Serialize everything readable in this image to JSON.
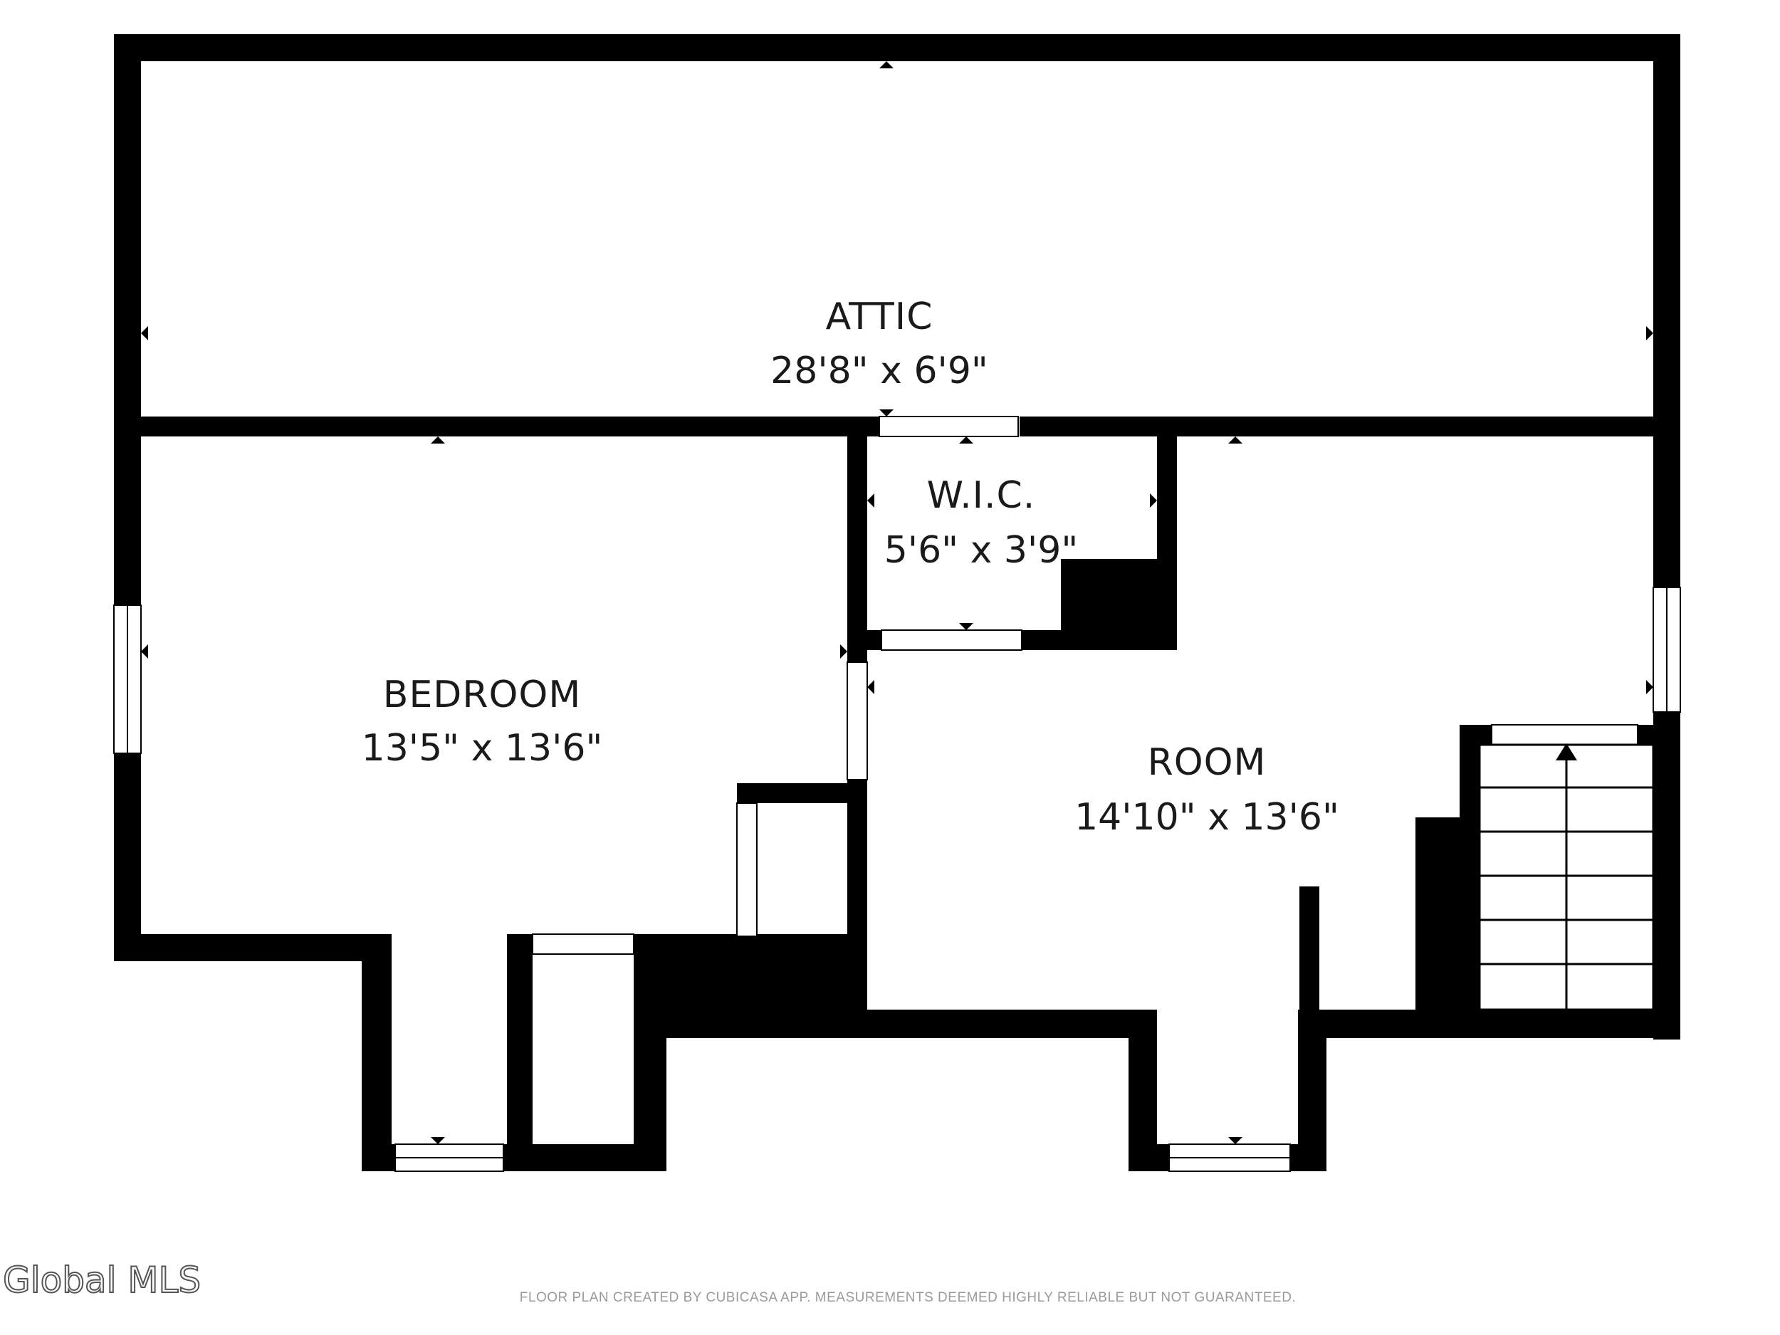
{
  "rooms": {
    "attic": {
      "name": "ATTIC",
      "dims": "28'8\" x 6'9\""
    },
    "wic": {
      "name": "W.I.C.",
      "dims": "5'6\" x 3'9\""
    },
    "bedroom": {
      "name": "BEDROOM",
      "dims": "13'5\" x 13'6\""
    },
    "room": {
      "name": "ROOM",
      "dims": "14'10\" x 13'6\""
    }
  },
  "footer": {
    "logo": "Global MLS",
    "disclaimer": "FLOOR PLAN CREATED BY CUBICASA APP. MEASUREMENTS DEEMED HIGHLY RELIABLE BUT NOT GUARANTEED."
  },
  "colors": {
    "wall": "#000000",
    "background": "#ffffff",
    "note": "#9a9a9a"
  }
}
